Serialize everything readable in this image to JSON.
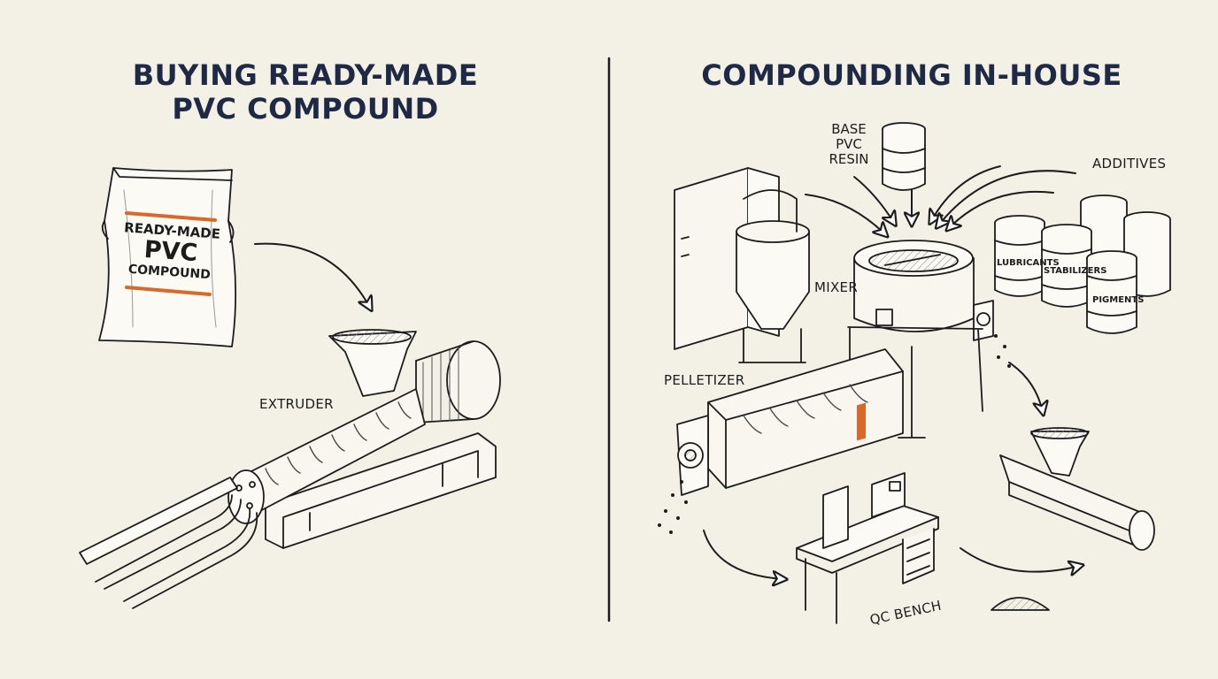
{
  "left_panel": {
    "title_line1": "BUYING READY-MADE",
    "title_line2": "PVC COMPOUND",
    "bag": {
      "line1": "READY-MADE",
      "line2": "PVC",
      "line3": "COMPOUND"
    },
    "extruder_label": "EXTRUDER"
  },
  "right_panel": {
    "title": "COMPOUNDING IN-HOUSE",
    "base_resin_line1": "BASE",
    "base_resin_line2": "PVC",
    "base_resin_line3": "RESIN",
    "additives_label": "ADDITIVES",
    "drums": {
      "lubricants": "LUBRICANTS",
      "stabilizers": "STABILIZERS",
      "pigments": "PIGMENTS"
    },
    "mixer_label": "MIXER",
    "pelletizer_label": "PELLETIZER",
    "qc_label": "QC BENCH"
  },
  "colors": {
    "ink": "#1c1c1c",
    "title": "#1e2a45",
    "accent_orange": "#d9692a",
    "paper": "#f3f0e6"
  }
}
